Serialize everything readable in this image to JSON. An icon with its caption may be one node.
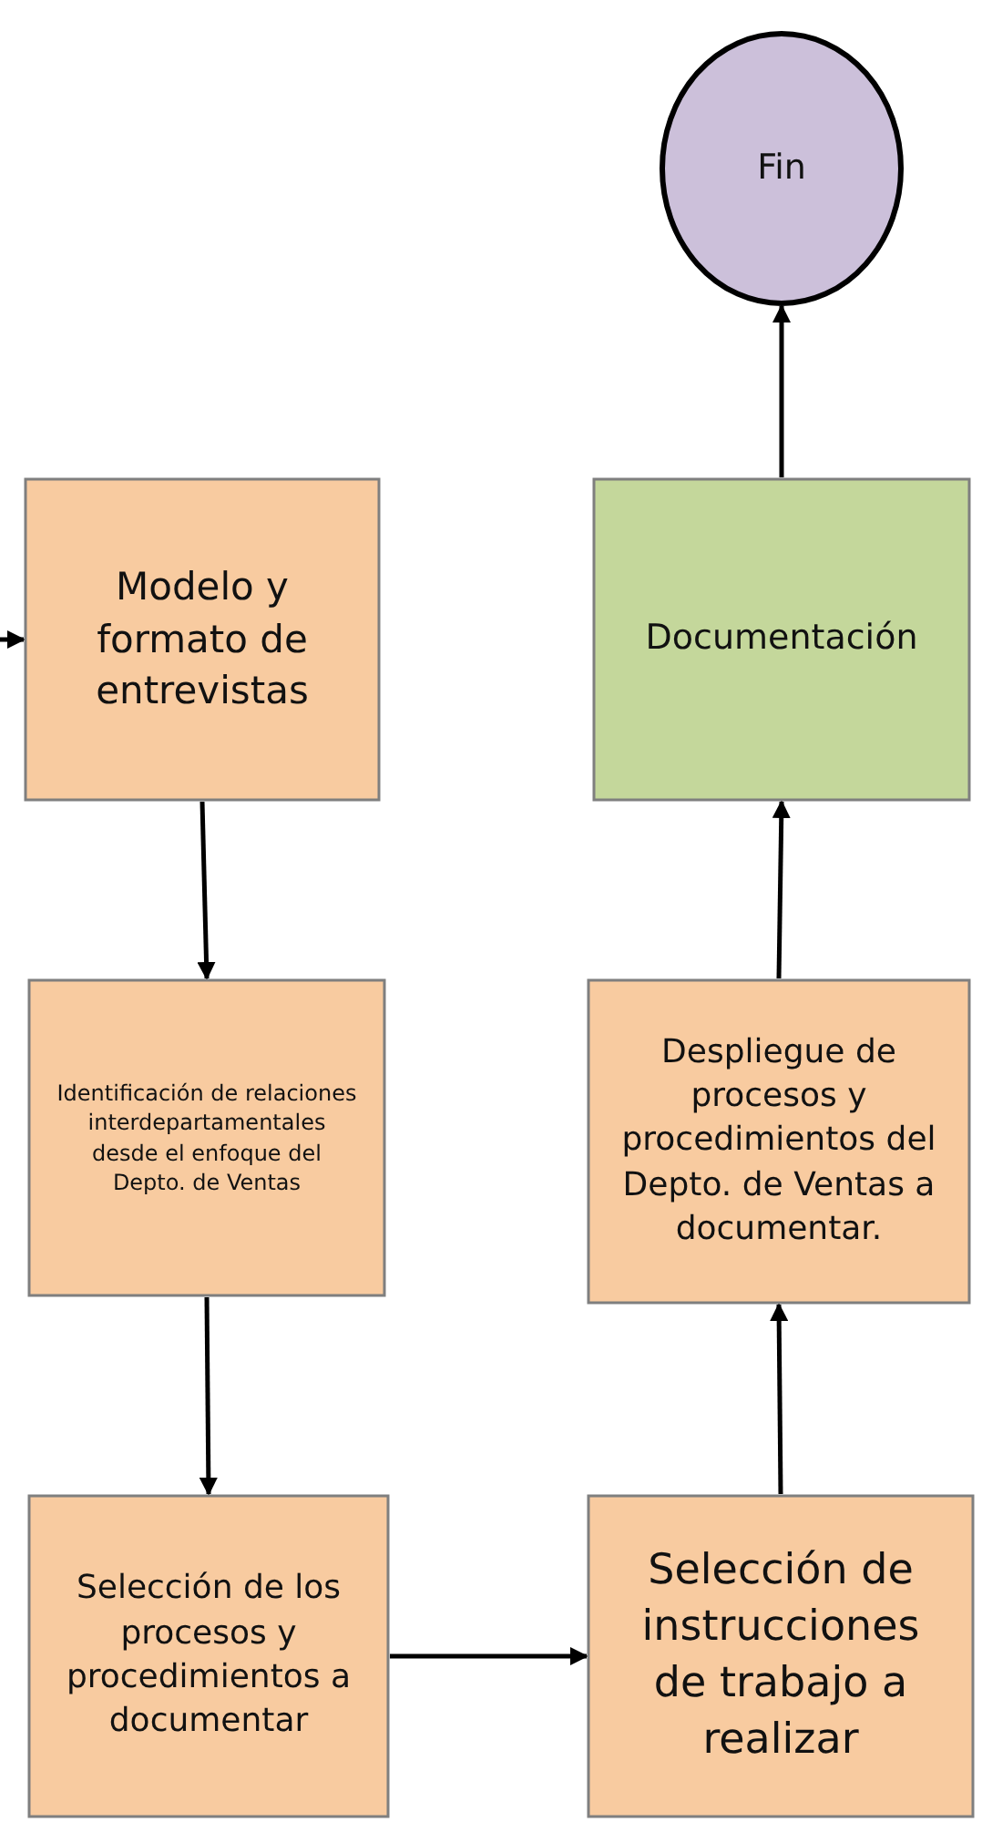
{
  "diagram": {
    "nodes": [
      {
        "text": [
          "Modelo y formato de entrevistas"
        ]
      },
      {
        "text": [
          "Identificación de relaciones interdepartamentales desde el enfoque del Depto. de Ventas"
        ]
      },
      {
        "text": [
          "Selección de los procesos y procedimientos a documentar"
        ]
      },
      {
        "text": [
          "Selección de instrucciones de trabajo a realizar"
        ]
      },
      {
        "text": [
          "Despliegue de procesos y procedimientos del Depto. de Ventas a documentar."
        ]
      },
      {
        "text": [
          "Documentación"
        ]
      },
      {
        "text": [
          "Fin"
        ]
      }
    ],
    "edges": [
      {
        "from": null,
        "to": 0,
        "arrow": "to"
      },
      {
        "from": 0,
        "to": 1,
        "arrow": "to"
      },
      {
        "from": 1,
        "to": 2,
        "arrow": "to"
      },
      {
        "from": 2,
        "to": 3,
        "arrow": "to"
      },
      {
        "from": 3,
        "to": 4,
        "arrow": "to"
      },
      {
        "from": 4,
        "to": 5,
        "arrow": "to"
      },
      {
        "from": 5,
        "to": 6,
        "arrow": "to"
      }
    ]
  }
}
